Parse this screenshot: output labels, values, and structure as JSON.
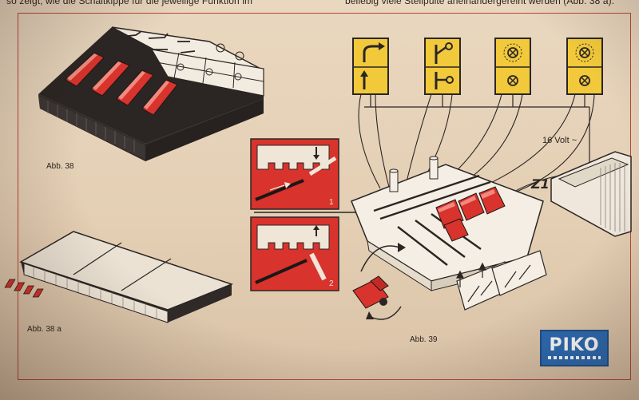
{
  "header": {
    "left_text": "so zeigt, wie die Schaltkippe für die jeweilige Funktion im",
    "right_text": "beliebig viele Stellpulte aneinandergereiht werden (Abb. 38 a)."
  },
  "figures": {
    "abb38": "Abb. 38",
    "abb38a": "Abb. 38 a",
    "abb39": "Abb. 39",
    "voltage": "16 Volt ~",
    "detail_1": "1",
    "detail_2": "2",
    "transformer_label": "Z1"
  },
  "logo": {
    "brand": "PIKO"
  },
  "colors": {
    "frame": "#b8453a",
    "accent_red": "#d8332c",
    "signal_yellow": "#f1c93a",
    "logo_blue": "#2b6bb3"
  },
  "icons": [
    "turnout-icon",
    "uncoupler-icon",
    "lamp-icon",
    "signal-lamp-icon"
  ]
}
